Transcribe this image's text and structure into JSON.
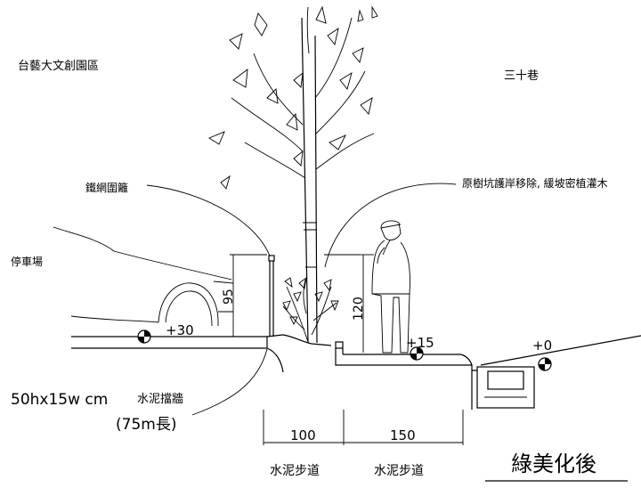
{
  "labels": {
    "taiyi_park": "台藝大文創園區",
    "sanshi_lane": "三十巷",
    "fence": "鐵網圍籬",
    "parking": "停車場",
    "tree_note": "原樹坑護岸移除, 緩坡密植灌木",
    "wall_spec": "50hx15w  cm",
    "wall_name": "水泥擋牆",
    "wall_length": "(75m長)",
    "walkway_left": "水泥步道",
    "walkway_right": "水泥步道",
    "title": "綠美化後"
  },
  "dimensions": {
    "fence_height": "95",
    "person_height": "120",
    "walkway_width_left": "100",
    "walkway_width_right": "150"
  },
  "elevations": {
    "left": "+30",
    "middle": "+15",
    "right": "+0"
  },
  "icons": [
    "elevation-marker-icon"
  ]
}
